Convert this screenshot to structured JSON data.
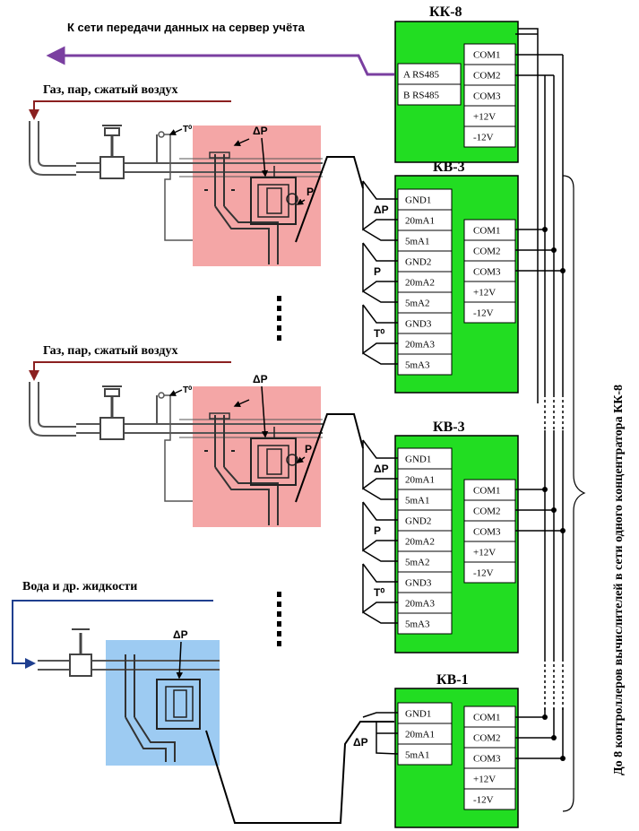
{
  "header": {
    "network_label": "К сети передачи данных на сервер учёта"
  },
  "side_note": "До 8 контроллеров вычислителей в сети  одного концентратора КК-8",
  "lines": {
    "line1_label": "Газ, пар, сжатый воздух",
    "line2_label": "Газ, пар, сжатый воздух",
    "line3_label": "Вода и др. жидкости"
  },
  "sensor_labels": {
    "dp": "ΔP",
    "p": "P",
    "t": "T⁰"
  },
  "kk8": {
    "title": "КК-8",
    "rs485": [
      "A  RS485",
      "B  RS485"
    ],
    "ports": [
      "COM1",
      "COM2",
      "COM3",
      "+12V",
      "-12V"
    ]
  },
  "kv3": {
    "title": "КВ-3",
    "inputs": [
      "GND1",
      "20mA1",
      "5mA1",
      "GND2",
      "20mA2",
      "5mA2",
      "GND3",
      "20mA3",
      "5mA3"
    ],
    "ports": [
      "COM1",
      "COM2",
      "COM3",
      "+12V",
      "-12V"
    ],
    "groups": [
      "ΔP",
      "P",
      "T⁰"
    ]
  },
  "kv1": {
    "title": "КВ-1",
    "inputs": [
      "GND1",
      "20mA1",
      "5mA1"
    ],
    "ports": [
      "COM1",
      "COM2",
      "COM3",
      "+12V",
      "-12V"
    ],
    "groups": [
      "ΔP"
    ]
  },
  "colors": {
    "controller_fill": "#22dd22",
    "gas_zone": "#f4a6a6",
    "water_zone": "#9dcbf2",
    "gas_arrow": "#8b2020",
    "water_arrow": "#1f3f8f",
    "network_arrow": "#7a3fa0"
  }
}
